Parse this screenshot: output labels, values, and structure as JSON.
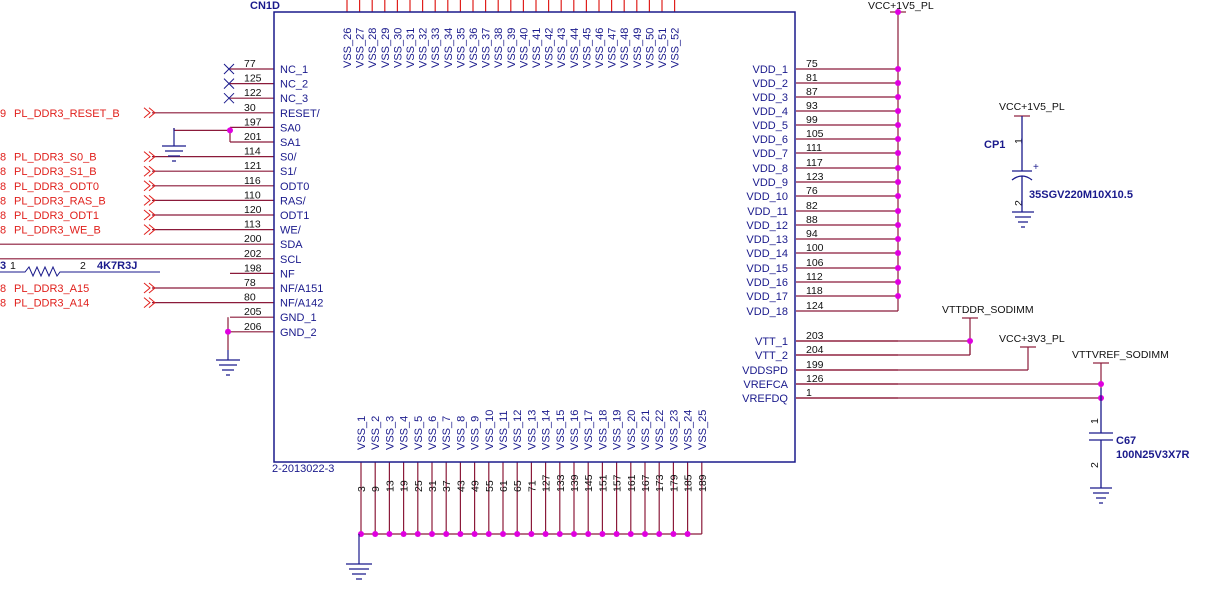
{
  "part": {
    "ref": "CN1D",
    "number": "2-2013022-3"
  },
  "left_pins": [
    {
      "num": "77",
      "name": "NC_1",
      "nc": true
    },
    {
      "num": "125",
      "name": "NC_2",
      "nc": true
    },
    {
      "num": "122",
      "name": "NC_3",
      "nc": true
    },
    {
      "num": "30",
      "name": "RESET/",
      "net": "PL_DDR3_RESET_B",
      "sheet": "9"
    },
    {
      "num": "197",
      "name": "SA0"
    },
    {
      "num": "201",
      "name": "SA1"
    },
    {
      "num": "114",
      "name": "S0/",
      "net": "PL_DDR3_S0_B",
      "sheet": "8"
    },
    {
      "num": "121",
      "name": "S1/",
      "net": "PL_DDR3_S1_B",
      "sheet": "8"
    },
    {
      "num": "116",
      "name": "ODT0",
      "net": "PL_DDR3_ODT0",
      "sheet": "8"
    },
    {
      "num": "110",
      "name": "RAS/",
      "net": "PL_DDR3_RAS_B",
      "sheet": "8"
    },
    {
      "num": "120",
      "name": "ODT1",
      "net": "PL_DDR3_ODT1",
      "sheet": "8"
    },
    {
      "num": "113",
      "name": "WE/",
      "net": "PL_DDR3_WE_B",
      "sheet": "8"
    },
    {
      "num": "200",
      "name": "SDA"
    },
    {
      "num": "202",
      "name": "SCL"
    },
    {
      "num": "198",
      "name": "NF"
    },
    {
      "num": "78",
      "name": "NF/A151",
      "net": "PL_DDR3_A15",
      "sheet": "8"
    },
    {
      "num": "80",
      "name": "NF/A142",
      "net": "PL_DDR3_A14",
      "sheet": "8"
    },
    {
      "num": "205",
      "name": "GND_1"
    },
    {
      "num": "206",
      "name": "GND_2"
    }
  ],
  "right_pins": [
    {
      "num": "75",
      "name": "VDD_1"
    },
    {
      "num": "81",
      "name": "VDD_2"
    },
    {
      "num": "87",
      "name": "VDD_3"
    },
    {
      "num": "93",
      "name": "VDD_4"
    },
    {
      "num": "99",
      "name": "VDD_5"
    },
    {
      "num": "105",
      "name": "VDD_6"
    },
    {
      "num": "111",
      "name": "VDD_7"
    },
    {
      "num": "117",
      "name": "VDD_8"
    },
    {
      "num": "123",
      "name": "VDD_9"
    },
    {
      "num": "76",
      "name": "VDD_10"
    },
    {
      "num": "82",
      "name": "VDD_11"
    },
    {
      "num": "88",
      "name": "VDD_12"
    },
    {
      "num": "94",
      "name": "VDD_13"
    },
    {
      "num": "100",
      "name": "VDD_14"
    },
    {
      "num": "106",
      "name": "VDD_15"
    },
    {
      "num": "112",
      "name": "VDD_16"
    },
    {
      "num": "118",
      "name": "VDD_17"
    },
    {
      "num": "124",
      "name": "VDD_18"
    },
    {
      "num": "203",
      "name": "VTT_1"
    },
    {
      "num": "204",
      "name": "VTT_2"
    },
    {
      "num": "199",
      "name": "VDDSPD"
    },
    {
      "num": "126",
      "name": "VREFCA"
    },
    {
      "num": "1",
      "name": "VREFDQ"
    }
  ],
  "top_pins": [
    "VSS_26",
    "VSS_27",
    "VSS_28",
    "VSS_29",
    "VSS_30",
    "VSS_31",
    "VSS_32",
    "VSS_33",
    "VSS_34",
    "VSS_35",
    "VSS_36",
    "VSS_37",
    "VSS_38",
    "VSS_39",
    "VSS_40",
    "VSS_41",
    "VSS_42",
    "VSS_43",
    "VSS_44",
    "VSS_45",
    "VSS_46",
    "VSS_47",
    "VSS_48",
    "VSS_49",
    "VSS_50",
    "VSS_51",
    "VSS_52"
  ],
  "bottom_pins": [
    {
      "num": "3",
      "name": "VSS_1"
    },
    {
      "num": "9",
      "name": "VSS_2"
    },
    {
      "num": "13",
      "name": "VSS_3"
    },
    {
      "num": "19",
      "name": "VSS_4"
    },
    {
      "num": "25",
      "name": "VSS_5"
    },
    {
      "num": "31",
      "name": "VSS_6"
    },
    {
      "num": "37",
      "name": "VSS_7"
    },
    {
      "num": "43",
      "name": "VSS_8"
    },
    {
      "num": "49",
      "name": "VSS_9"
    },
    {
      "num": "55",
      "name": "VSS_10"
    },
    {
      "num": "61",
      "name": "VSS_11"
    },
    {
      "num": "65",
      "name": "VSS_12"
    },
    {
      "num": "71",
      "name": "VSS_13"
    },
    {
      "num": "127",
      "name": "VSS_14"
    },
    {
      "num": "133",
      "name": "VSS_15"
    },
    {
      "num": "139",
      "name": "VSS_16"
    },
    {
      "num": "145",
      "name": "VSS_17"
    },
    {
      "num": "151",
      "name": "VSS_18"
    },
    {
      "num": "157",
      "name": "VSS_19"
    },
    {
      "num": "161",
      "name": "VSS_20"
    },
    {
      "num": "167",
      "name": "VSS_21"
    },
    {
      "num": "173",
      "name": "VSS_22"
    },
    {
      "num": "179",
      "name": "VSS_23"
    },
    {
      "num": "185",
      "name": "VSS_24"
    },
    {
      "num": "189",
      "name": "VSS_25"
    }
  ],
  "nets": {
    "vcc_1v5_top": "VCC+1V5_PL",
    "vcc_1v5_cap": "VCC+1V5_PL",
    "vttddr": "VTTDDR_SODIMM",
    "vcc_3v3": "VCC+3V3_PL",
    "vttvref": "VTTVREF_SODIMM"
  },
  "resistor": {
    "value": "4K7R3J",
    "pin1": "1",
    "pin2": "2",
    "left_text": "3"
  },
  "cap_cp1": {
    "ref": "CP1",
    "value": "35SGV220M10X10.5",
    "pin1": "1",
    "pin2": "2",
    "plus": "+"
  },
  "cap_c67": {
    "ref": "C67",
    "value": "100N25V3X7R",
    "pin1": "1",
    "pin2": "2"
  },
  "colors": {
    "wire": "#8b1a3a",
    "pin": "#e0201c",
    "label": "#1a1a8c",
    "junction": "#e000e0"
  }
}
